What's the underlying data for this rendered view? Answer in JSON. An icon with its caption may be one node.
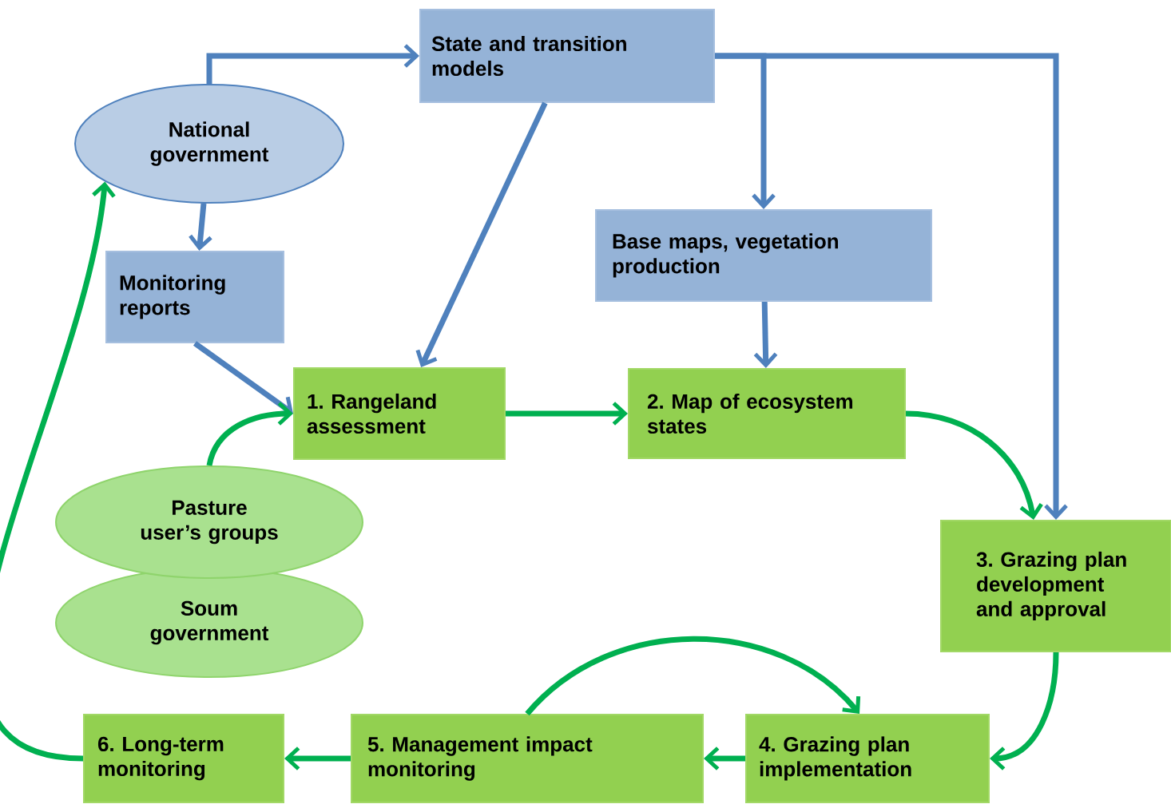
{
  "diagram": {
    "nodes": [
      {
        "text": [
          "National government"
        ]
      },
      {
        "text": [
          "State and transition models"
        ]
      },
      {
        "text": [
          "Monitoring reports"
        ]
      },
      {
        "text": [
          "Base maps, vegetation production"
        ]
      },
      {
        "text": [
          "1. Rangeland assessment"
        ]
      },
      {
        "text": [
          "2. Map of ecosystem states"
        ]
      },
      {
        "text": [
          "Pasture user’s groups"
        ]
      },
      {
        "text": [
          "Soum government"
        ]
      },
      {
        "text": [
          "3. Grazing plan development and approval"
        ]
      },
      {
        "text": [
          "4. Grazing plan implementation"
        ]
      },
      {
        "text": [
          "5. Management impact monitoring"
        ]
      },
      {
        "text": [
          "6. Long-term monitoring"
        ]
      }
    ],
    "edges": [
      {
        "from": 0,
        "to": 1,
        "arrow": "to",
        "color": "#4f81bd"
      },
      {
        "from": 0,
        "to": 2,
        "arrow": "to",
        "color": "#4f81bd"
      },
      {
        "from": 1,
        "to": 4,
        "arrow": "to",
        "color": "#4f81bd"
      },
      {
        "from": 2,
        "to": 4,
        "arrow": "to",
        "color": "#4f81bd"
      },
      {
        "from": 1,
        "to": 3,
        "arrow": "to",
        "color": "#4f81bd"
      },
      {
        "from": 1,
        "to": 8,
        "arrow": "to",
        "color": "#4f81bd"
      },
      {
        "from": 3,
        "to": 5,
        "arrow": "to",
        "color": "#4f81bd"
      },
      {
        "from": 6,
        "to": 4,
        "arrow": "to",
        "color": "#00b050"
      },
      {
        "from": 4,
        "to": 5,
        "arrow": "to",
        "color": "#00b050"
      },
      {
        "from": 5,
        "to": 8,
        "arrow": "to",
        "color": "#00b050"
      },
      {
        "from": 8,
        "to": 9,
        "arrow": "to",
        "color": "#00b050"
      },
      {
        "from": 9,
        "to": 10,
        "arrow": "to",
        "color": "#00b050"
      },
      {
        "from": 10,
        "to": 9,
        "arrow": "to",
        "color": "#00b050"
      },
      {
        "from": 10,
        "to": 11,
        "arrow": "to",
        "color": "#00b050"
      },
      {
        "from": 11,
        "to": 0,
        "arrow": "to",
        "color": "#00b050"
      }
    ]
  }
}
